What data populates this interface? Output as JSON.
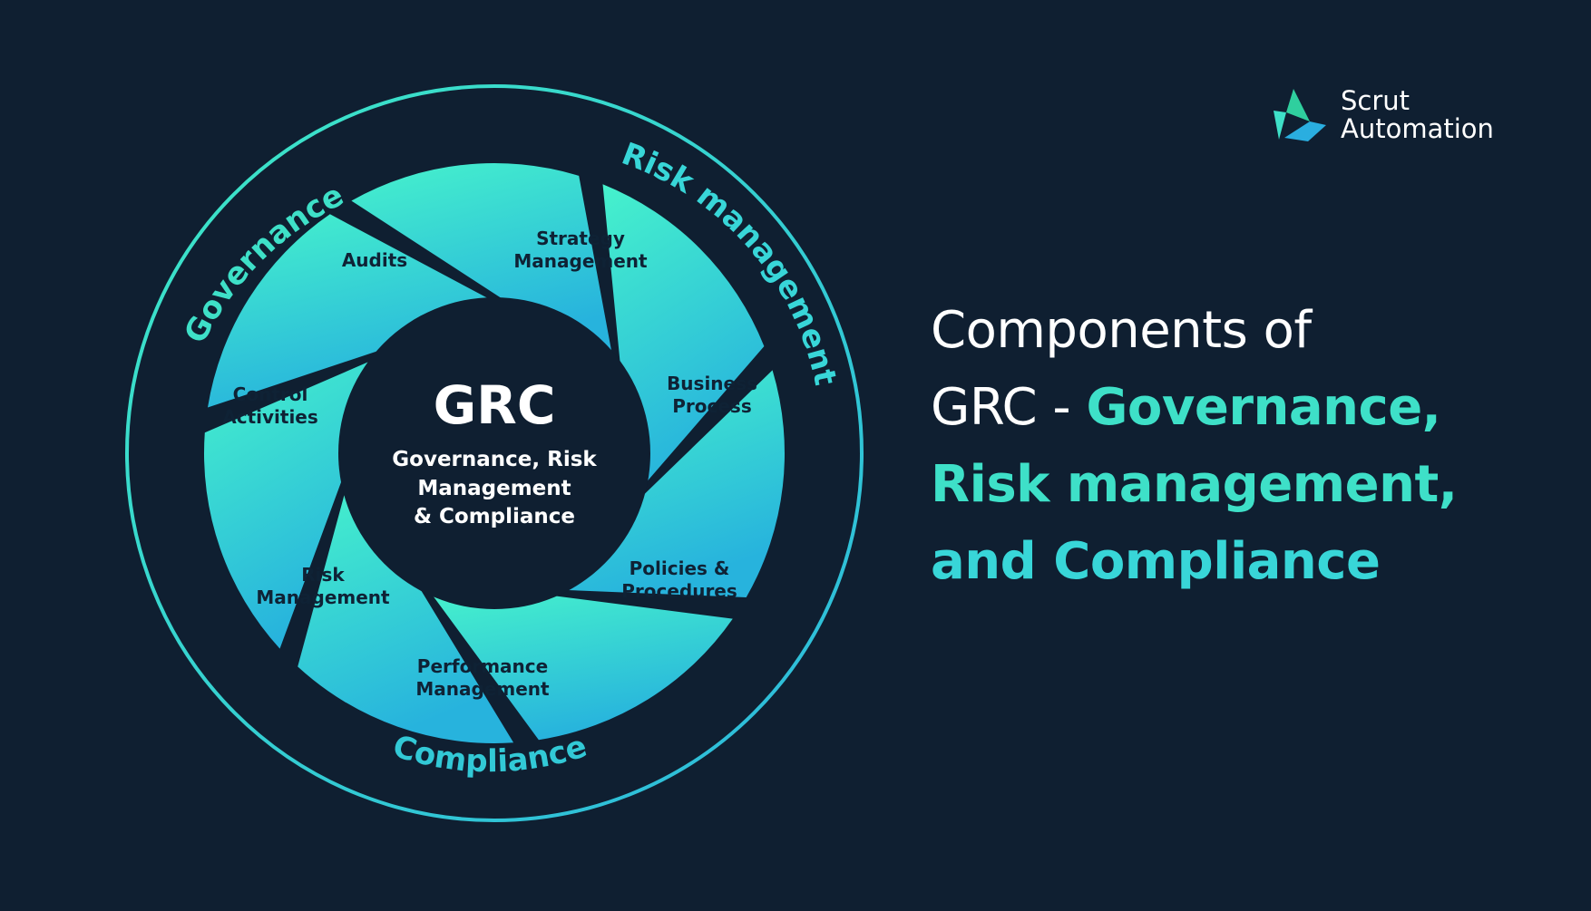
{
  "brand": {
    "line1": "Scrut",
    "line2": "Automation",
    "logo_icon": "scrut-logo-icon"
  },
  "headline": {
    "line1": "Components of",
    "line2_prefix": "GRC - ",
    "line2_highlight": "Governance,",
    "line3": "Risk management,",
    "line4": "and Compliance"
  },
  "diagram": {
    "center_title": "GRC",
    "center_subtitle": [
      "Governance, Risk",
      "Management",
      "& Compliance"
    ],
    "ring_labels": {
      "governance": "Governance",
      "risk_management": "Risk management",
      "compliance": "Compliance"
    },
    "segments": [
      {
        "lines": [
          "Audits"
        ]
      },
      {
        "lines": [
          "Strategy",
          "Management"
        ]
      },
      {
        "lines": [
          "Business",
          "Process"
        ]
      },
      {
        "lines": [
          "Policies &",
          "Procedures"
        ]
      },
      {
        "lines": [
          "Performance",
          "Management"
        ]
      },
      {
        "lines": [
          "Risk",
          "Management"
        ]
      },
      {
        "lines": [
          "Control",
          "Activities"
        ]
      }
    ]
  },
  "colors": {
    "background": "#0f1f31",
    "gradient_top": "#46f2cc",
    "gradient_bottom": "#27b3dd",
    "accent": "#3ee0c8",
    "segment_text": "#0f2235",
    "center_text": "#ffffff"
  }
}
